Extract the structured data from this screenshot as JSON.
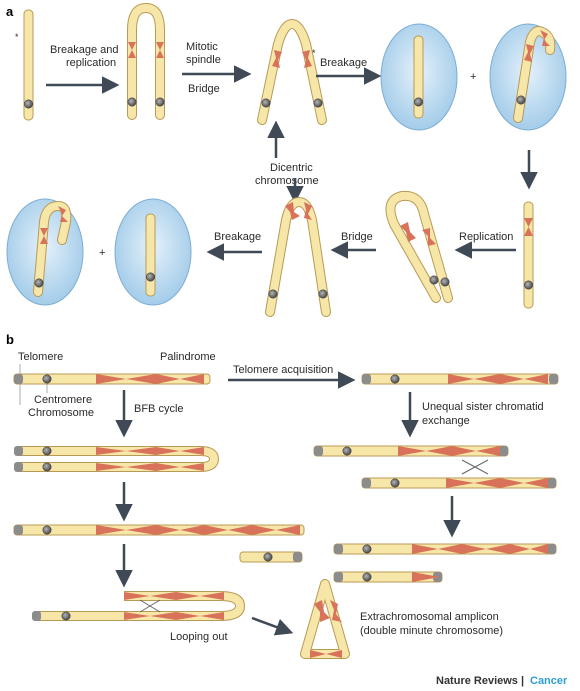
{
  "panel_a": {
    "letter": "a",
    "labels": {
      "breakage_replication_1": "Breakage and",
      "breakage_replication_2": "replication",
      "mitotic_1": "Mitotic",
      "mitotic_2": "spindle",
      "bridge_top": "Bridge",
      "breakage_top": "Breakage",
      "dicentric_1": "Dicentric",
      "dicentric_2": "chromosome",
      "breakage_bottom": "Breakage",
      "bridge_bottom": "Bridge",
      "replication_bottom": "Replication",
      "plus": "+"
    }
  },
  "panel_b": {
    "letter": "b",
    "labels": {
      "telomere": "Telomere",
      "palindrome": "Palindrome",
      "centromere": "Centromere",
      "chromosome": "Chromosome",
      "telomere_acquisition": "Telomere acquisition",
      "bfb_cycle": "BFB cycle",
      "unequal_1": "Unequal sister chromatid",
      "unequal_2": "exchange",
      "looping_out": "Looping out",
      "amplicon_1": "Extrachromosomal amplicon",
      "amplicon_2": "(double minute chromosome)"
    }
  },
  "credit": {
    "journal": "Nature Reviews",
    "separator": "|",
    "section": "Cancer"
  },
  "colors": {
    "chromosome_fill": "#f6e6a8",
    "chromosome_stroke": "#b99a55",
    "palindrome_fill": "#d9725a",
    "cell_fill": "#bcdcf2",
    "telomere_cap": "#8c8c8c",
    "arrow": "#3f4a56",
    "credit_accent": "#2a9fd0"
  }
}
